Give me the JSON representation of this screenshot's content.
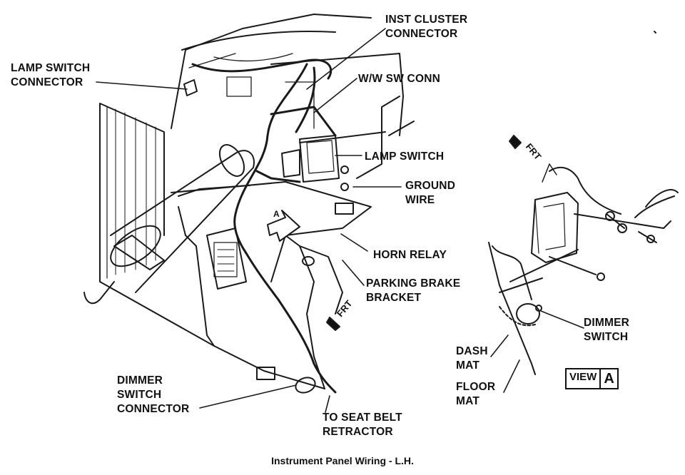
{
  "labels": {
    "inst_cluster": [
      "INST CLUSTER",
      "CONNECTOR"
    ],
    "ww_conn": "W/W SW CONN",
    "lamp_switch_connector": [
      "LAMP SWITCH",
      "CONNECTOR"
    ],
    "lamp_switch": "LAMP SWITCH",
    "ground_wire": [
      "GROUND",
      "WIRE"
    ],
    "horn_relay": "HORN RELAY",
    "parking_brake": [
      "PARKING BRAKE",
      "BRACKET"
    ],
    "dimmer_switch_connector": [
      "DIMMER",
      "SWITCH",
      "CONNECTOR"
    ],
    "seat_belt": [
      "TO SEAT BELT",
      "RETRACTOR"
    ],
    "dimmer_switch": [
      "DIMMER",
      "SWITCH"
    ],
    "dash_mat": [
      "DASH",
      "MAT"
    ],
    "floor_mat": [
      "FLOOR",
      "MAT"
    ],
    "view": "VIEW",
    "view_letter": "A",
    "frt": "FRT",
    "callout_a": "A"
  },
  "caption": "Instrument Panel Wiring - L.H."
}
